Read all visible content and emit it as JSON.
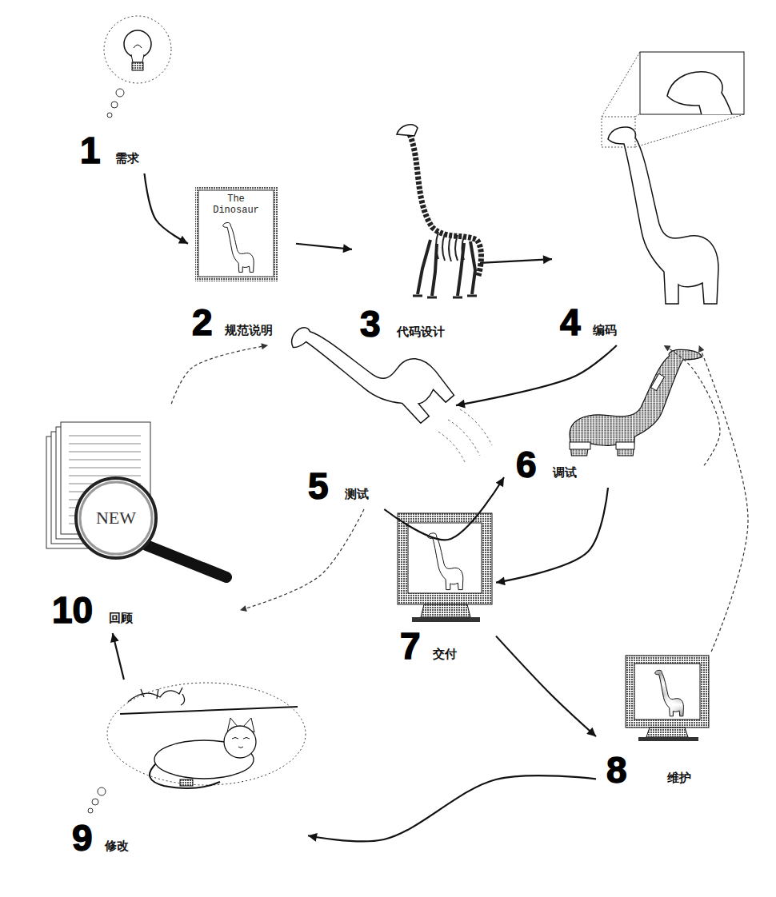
{
  "diagram": {
    "nodes": [
      {
        "text": [
          "1",
          "需求"
        ]
      },
      {
        "text": [
          "2",
          "规范说明"
        ]
      },
      {
        "text": [
          "3",
          "代码设计"
        ]
      },
      {
        "text": [
          "4",
          "编码"
        ]
      },
      {
        "text": [
          "5",
          "测试"
        ]
      },
      {
        "text": [
          "6",
          "调试"
        ]
      },
      {
        "text": [
          "7",
          "交付"
        ]
      },
      {
        "text": [
          "8",
          "维护"
        ]
      },
      {
        "text": [
          "9",
          "修改"
        ]
      },
      {
        "text": [
          "10",
          "回顾"
        ]
      }
    ],
    "edges": [
      {
        "from": 0,
        "to": 1,
        "arrow": "to"
      },
      {
        "from": 1,
        "to": 2,
        "arrow": "to"
      },
      {
        "from": 2,
        "to": 3,
        "arrow": "to"
      },
      {
        "from": 3,
        "to": 4,
        "arrow": "to"
      },
      {
        "from": 4,
        "to": 5,
        "arrow": "to"
      },
      {
        "from": 5,
        "to": 6,
        "arrow": "to"
      },
      {
        "from": 6,
        "to": 7,
        "arrow": "to"
      },
      {
        "from": 7,
        "to": 8,
        "arrow": "to"
      },
      {
        "from": 8,
        "to": 9,
        "arrow": "to"
      },
      {
        "from": 9,
        "to": 1,
        "arrow": "to"
      },
      {
        "from": 4,
        "to": 9,
        "arrow": "to"
      },
      {
        "from": 5,
        "to": 3,
        "arrow": "to"
      },
      {
        "from": 7,
        "to": 3,
        "arrow": "to"
      }
    ],
    "labels": [
      "The Dinosaur",
      "NEW"
    ]
  }
}
